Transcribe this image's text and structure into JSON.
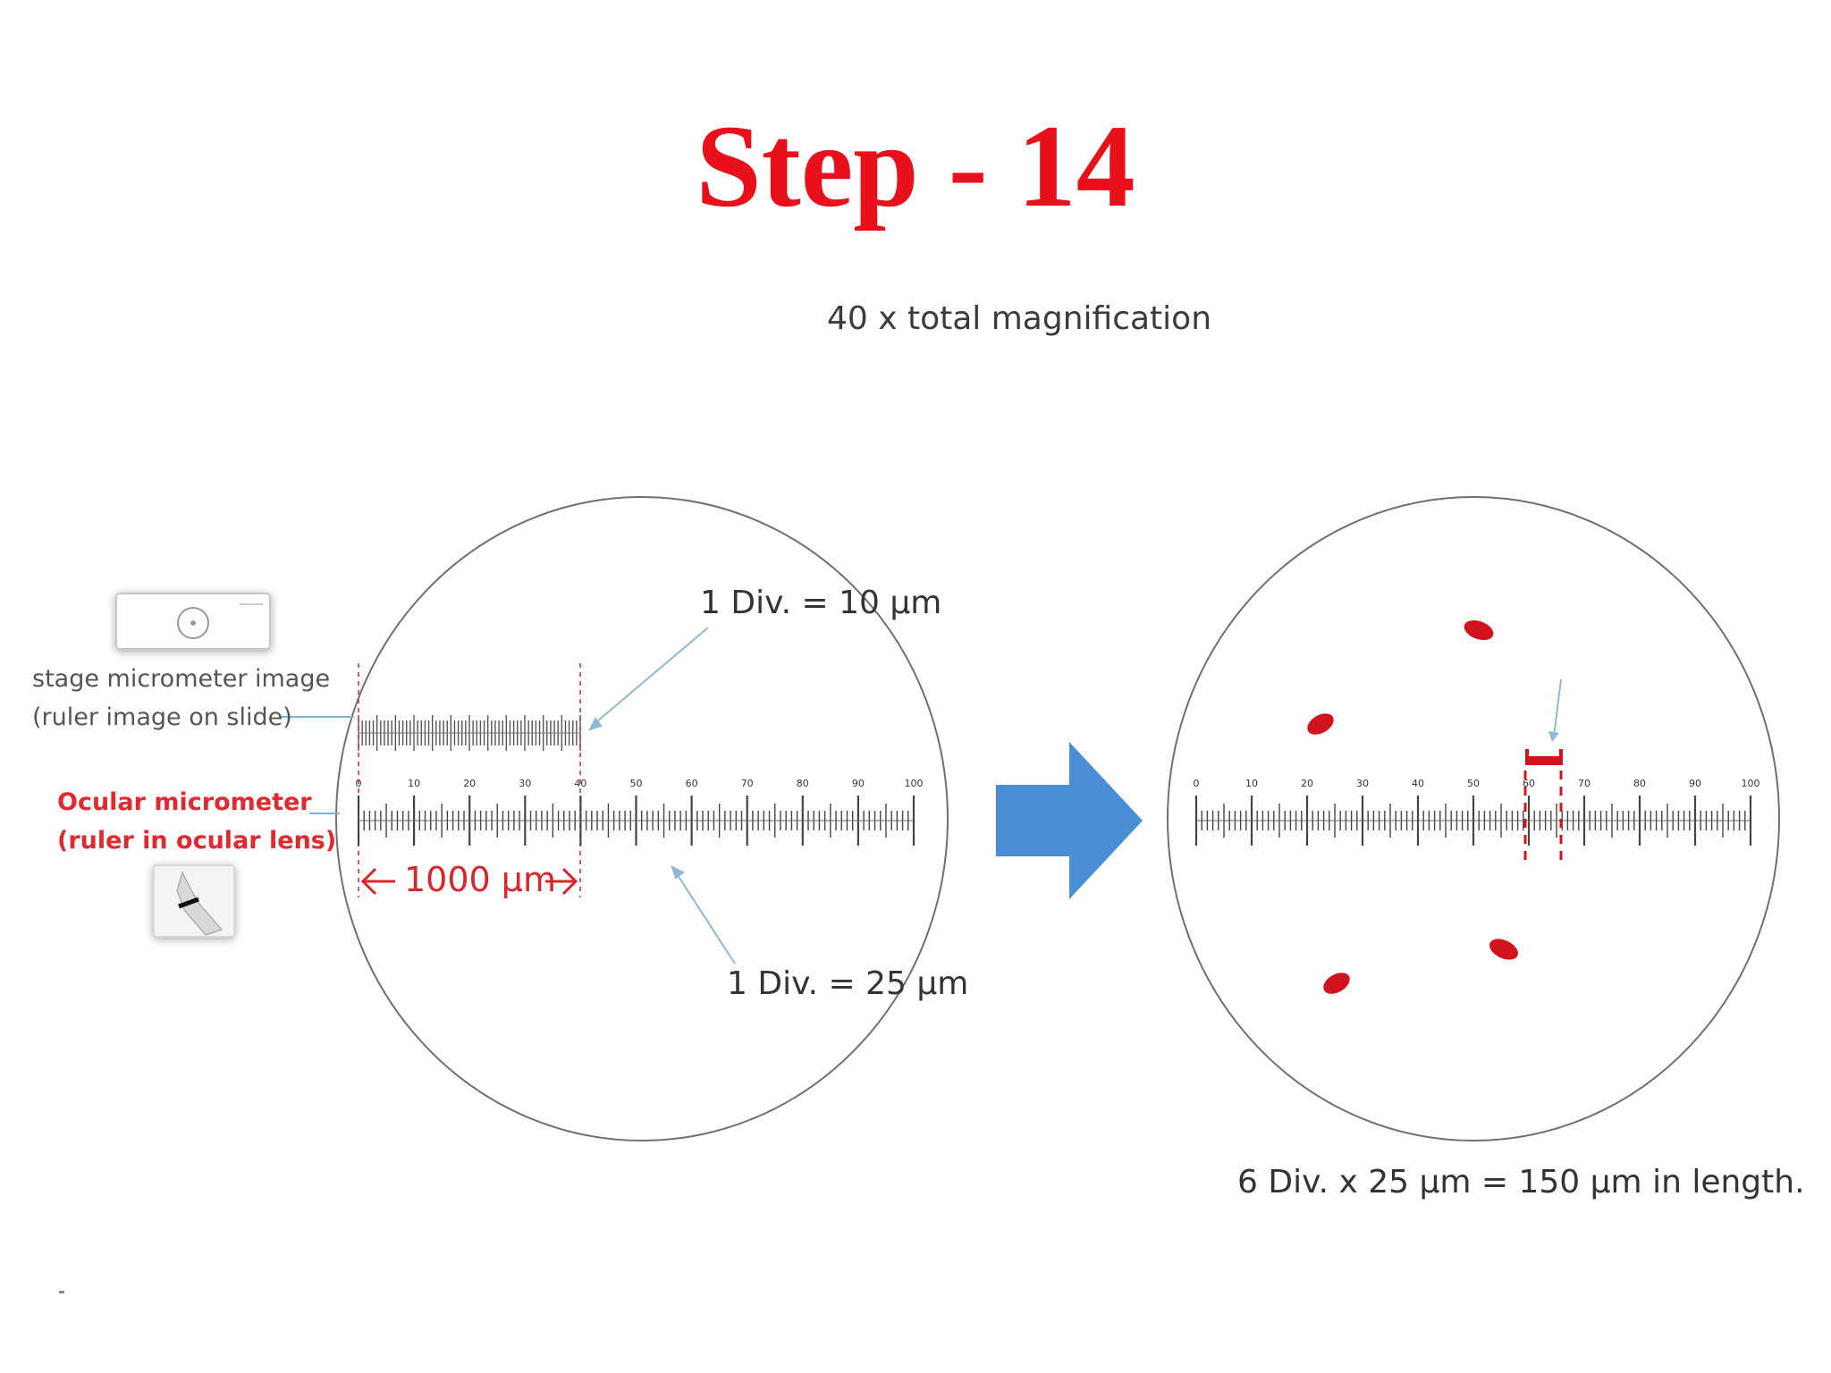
{
  "title": "Step - 14",
  "subtitle": "40 x total magnification",
  "labels": {
    "stage_line1": "stage micrometer image",
    "stage_line2": "(ruler image on slide)",
    "ocular_line1": "Ocular micrometer",
    "ocular_line2": "(ruler in ocular lens)",
    "div_stage": "1 Div. = 10 µm",
    "div_ocular": "1 Div. = 25 µm",
    "length_1000": "1000 µm",
    "result": "6 Div. x 25 µm = 150 µm in length."
  },
  "ruler_ticks": [
    "0",
    "10",
    "20",
    "30",
    "40",
    "50",
    "60",
    "70",
    "80",
    "90",
    "100"
  ],
  "colors": {
    "title": "#e8101a",
    "accent_red": "#d9262c",
    "arrow_blue": "#4a8fd6",
    "circle": "#666666",
    "cell_red": "#d0131c"
  },
  "icons": {
    "slide": "slide-icon",
    "eyepiece": "eyepiece-icon",
    "next_arrow": "right-arrow-icon"
  }
}
